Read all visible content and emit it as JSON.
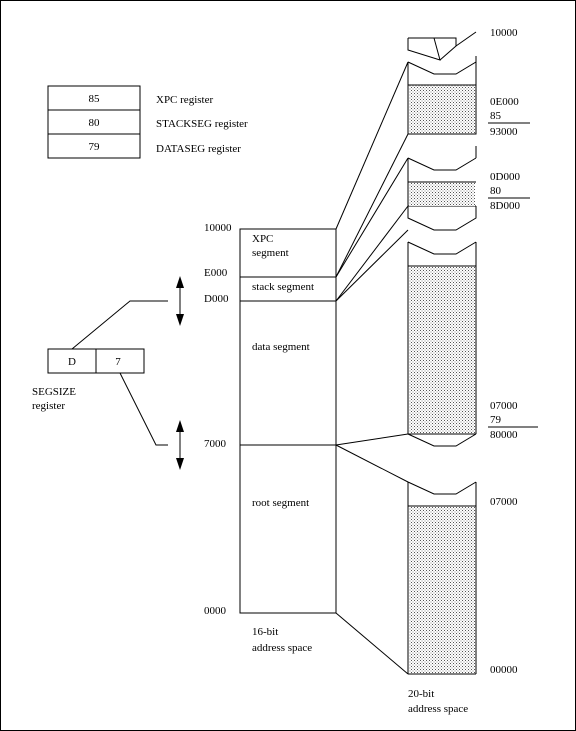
{
  "registers": [
    {
      "value": "85",
      "label": "XPC register"
    },
    {
      "value": "80",
      "label": "STACKSEG register"
    },
    {
      "value": "79",
      "label": "DATASEG register"
    }
  ],
  "segsize": {
    "high": "D",
    "low": "7",
    "label_line1": "SEGSIZE",
    "label_line2": "register"
  },
  "logical": {
    "addr_top": "10000",
    "addr_e000": "E000",
    "addr_d000": "D000",
    "addr_7000": "7000",
    "addr_0000": "0000",
    "xpc_line1": "XPC",
    "xpc_line2": "segment",
    "stack": "stack segment",
    "data": "data segment",
    "root": "root segment",
    "caption_line1": "16-bit",
    "caption_line2": "address space"
  },
  "physical": {
    "top": "10000",
    "xpc_end": "0E000",
    "xpc_reg": "85",
    "xpc_start": "93000",
    "stack_end": "0D000",
    "stack_reg": "80",
    "stack_start": "8D000",
    "data_end": "07000",
    "data_reg": "79",
    "data_start": "80000",
    "root_end": "07000",
    "bottom": "00000",
    "caption_line1": "20-bit",
    "caption_line2": "address space"
  }
}
